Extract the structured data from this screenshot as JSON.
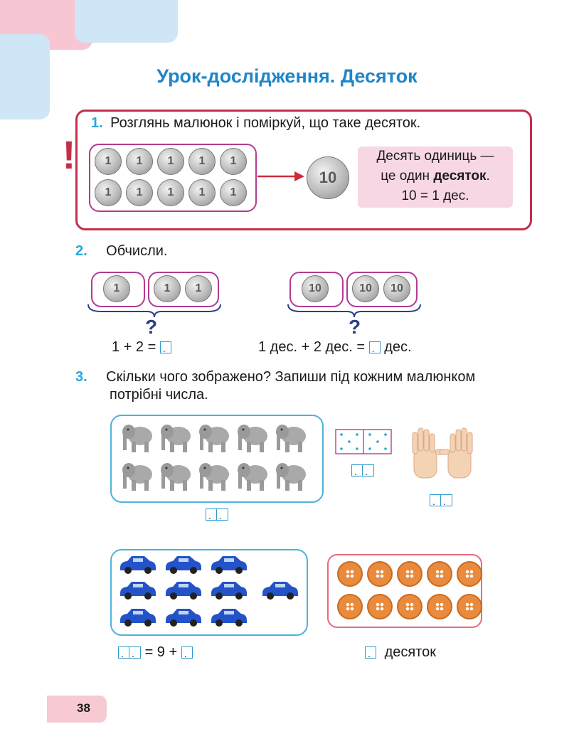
{
  "title": "Урок-дослідження. Десяток",
  "page_number": "38",
  "task1": {
    "number": "1.",
    "text": "Розглянь малюнок і поміркуй, що таке десяток.",
    "small_coin_label": "1",
    "big_coin_label": "10",
    "def_line1": "Десять одиниць —",
    "def_line2_pre": "це один ",
    "def_line2_bold": "десяток",
    "def_line2_post": ".",
    "def_line3": "10 = 1 дес."
  },
  "task2": {
    "number": "2.",
    "text": "Обчисли.",
    "question_mark": "?",
    "left_expr": "1 + 2 =",
    "right_expr_pre": "1 дес. + 2 дес. =",
    "right_expr_post": "дес."
  },
  "task3": {
    "number": "3.",
    "text_line1": "Скільки чого зображено? Запиши під кожним малюнком",
    "text_line2": "потрібні числа.",
    "cars_expr": "= 9 +",
    "buttons_label": "десяток"
  },
  "colors": {
    "accent_blue": "#1f86c8",
    "task_red": "#c22f49",
    "group_purple": "#b23a93",
    "frame_blue": "#4fb1d9"
  }
}
